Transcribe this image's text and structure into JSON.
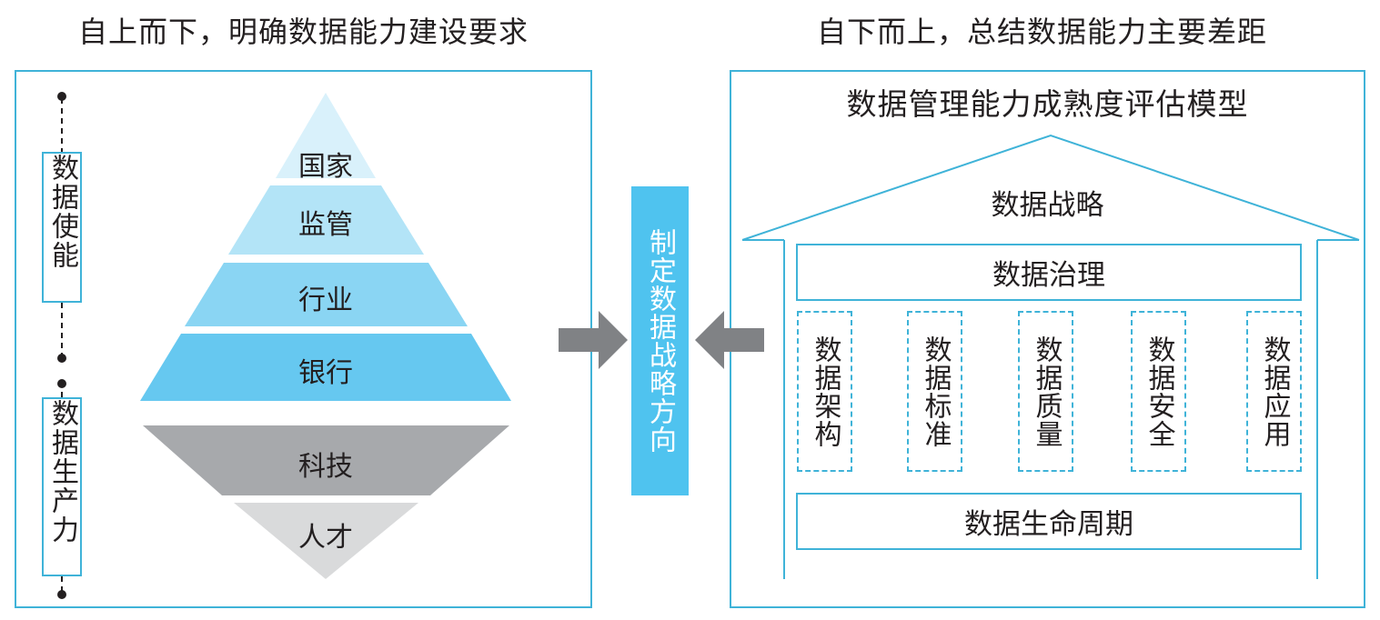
{
  "headings": {
    "left": "自上而下，明确数据能力建设要求",
    "right": "自下而上，总结数据能力主要差距"
  },
  "left_panel": {
    "side_labels": [
      "数据使能",
      "数据生产力"
    ],
    "upper_pyramid": [
      "国家",
      "监管",
      "行业",
      "银行"
    ],
    "lower_pyramid": [
      "科技",
      "人才"
    ]
  },
  "center": {
    "strategy_label": "制定数据战略方向"
  },
  "right_panel": {
    "model_title": "数据管理能力成熟度评估模型",
    "roof": "数据战略",
    "governance": "数据治理",
    "pillars": [
      "数据架构",
      "数据标准",
      "数据质量",
      "数据安全",
      "数据应用"
    ],
    "foundation": "数据生命周期"
  },
  "colors": {
    "panel_border": "#3fb3d8",
    "tier_1": "#d9f1fb",
    "tier_2": "#b3e4f7",
    "tier_3": "#8ad5f3",
    "tier_4": "#66c8f0",
    "tech_gray": "#a7a9ac",
    "talent_gray": "#d9dadb",
    "strategy_bar": "#4fc3ef",
    "arrow_gray": "#808285"
  }
}
